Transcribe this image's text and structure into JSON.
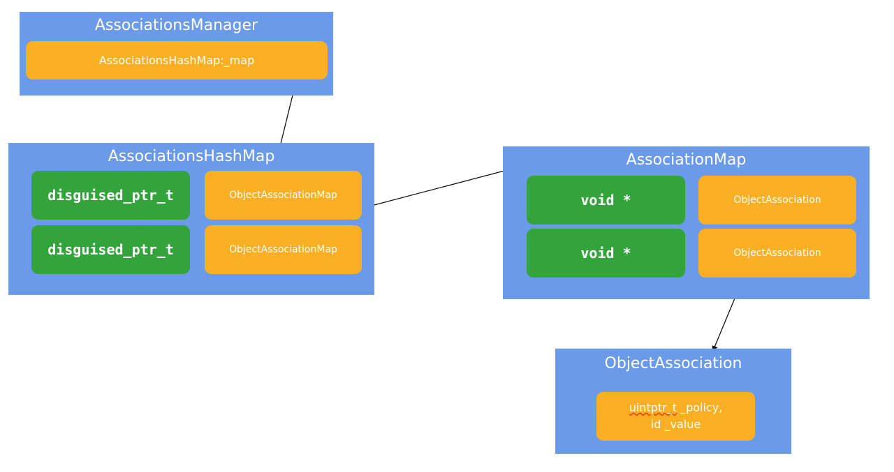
{
  "colors": {
    "panel": "#6b9ae8",
    "orange": "#fbb023",
    "green": "#33a33b",
    "arrow": "#111111"
  },
  "associations_manager": {
    "title": "AssociationsManager",
    "map_field": "AssociationsHashMap:_map"
  },
  "associations_hash_map": {
    "title": "AssociationsHashMap",
    "rows": [
      {
        "key": "disguised_ptr_t",
        "value": "ObjectAssociationMap"
      },
      {
        "key": "disguised_ptr_t",
        "value": "ObjectAssociationMap"
      }
    ]
  },
  "association_map": {
    "title": "AssociationMap",
    "rows": [
      {
        "key": "void *",
        "value": "ObjectAssociation"
      },
      {
        "key": "void *",
        "value": "ObjectAssociation"
      }
    ]
  },
  "object_association": {
    "title": "ObjectAssociation",
    "policy_type": "uintptr_t",
    "policy_field": " _policy,",
    "value_field": "id _value"
  }
}
